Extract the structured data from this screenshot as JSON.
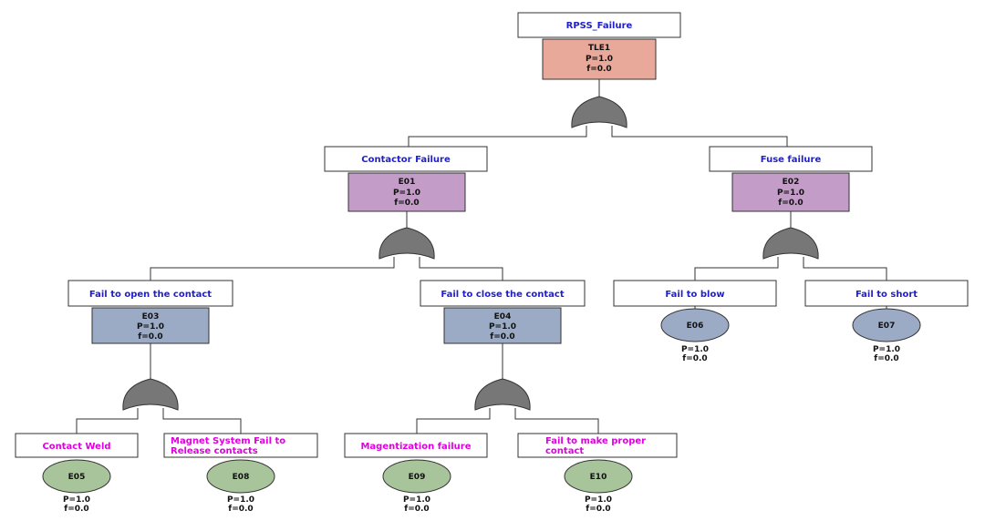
{
  "top": {
    "title": "RPSS_Failure",
    "id": "TLE1",
    "p": "P=1.0",
    "f": "f=0.0"
  },
  "e01": {
    "title": "Contactor Failure",
    "id": "E01",
    "p": "P=1.0",
    "f": "f=0.0"
  },
  "e02": {
    "title": "Fuse failure",
    "id": "E02",
    "p": "P=1.0",
    "f": "f=0.0"
  },
  "e03": {
    "title": "Fail to open the contact",
    "id": "E03",
    "p": "P=1.0",
    "f": "f=0.0"
  },
  "e04": {
    "title": "Fail to close the contact",
    "id": "E04",
    "p": "P=1.0",
    "f": "f=0.0"
  },
  "e06": {
    "title": "Fail to blow",
    "id": "E06",
    "p": "P=1.0",
    "f": "f=0.0"
  },
  "e07": {
    "title": "Fail to short",
    "id": "E07",
    "p": "P=1.0",
    "f": "f=0.0"
  },
  "e05": {
    "title": "Contact Weld",
    "id": "E05",
    "p": "P=1.0",
    "f": "f=0.0"
  },
  "e08": {
    "title_l1": "Magnet System Fail to",
    "title_l2": "Release contacts",
    "id": "E08",
    "p": "P=1.0",
    "f": "f=0.0"
  },
  "e09": {
    "title": "Magentization failure",
    "id": "E09",
    "p": "P=1.0",
    "f": "f=0.0"
  },
  "e10": {
    "title_l1": "Fail to make proper",
    "title_l2": "contact",
    "id": "E10",
    "p": "P=1.0",
    "f": "f=0.0"
  },
  "colors": {
    "top_event": "#e8a89a",
    "intermediate_level1": "#c39cc8",
    "intermediate_level2": "#9babc6",
    "basic_blue": "#9babc6",
    "basic_green": "#a8c49a",
    "gate": "#777777",
    "title_blue": "#1f1fd0",
    "title_magenta": "#e000e0"
  }
}
